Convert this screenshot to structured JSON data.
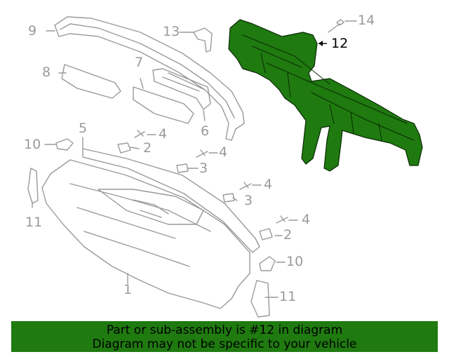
{
  "highlight_color": "#1f7a10",
  "part_stroke_color": "#9a9a9a",
  "highlighted_part": "12",
  "callouts": {
    "c9": "9",
    "c13": "13",
    "c14": "14",
    "c12": "12",
    "c8": "8",
    "c7": "7",
    "c6": "6",
    "c5": "5",
    "c10a": "10",
    "c4a": "4",
    "c2a": "2",
    "c4b": "4",
    "c3a": "3",
    "c11a": "11",
    "c4c": "4",
    "c3b": "3",
    "c4d": "4",
    "c2b": "2",
    "c10b": "10",
    "c1": "1",
    "c11b": "11"
  },
  "banner": {
    "line1": "Part or sub-assembly is #12 in diagram",
    "line2": "Diagram may not be specific to your vehicle"
  }
}
